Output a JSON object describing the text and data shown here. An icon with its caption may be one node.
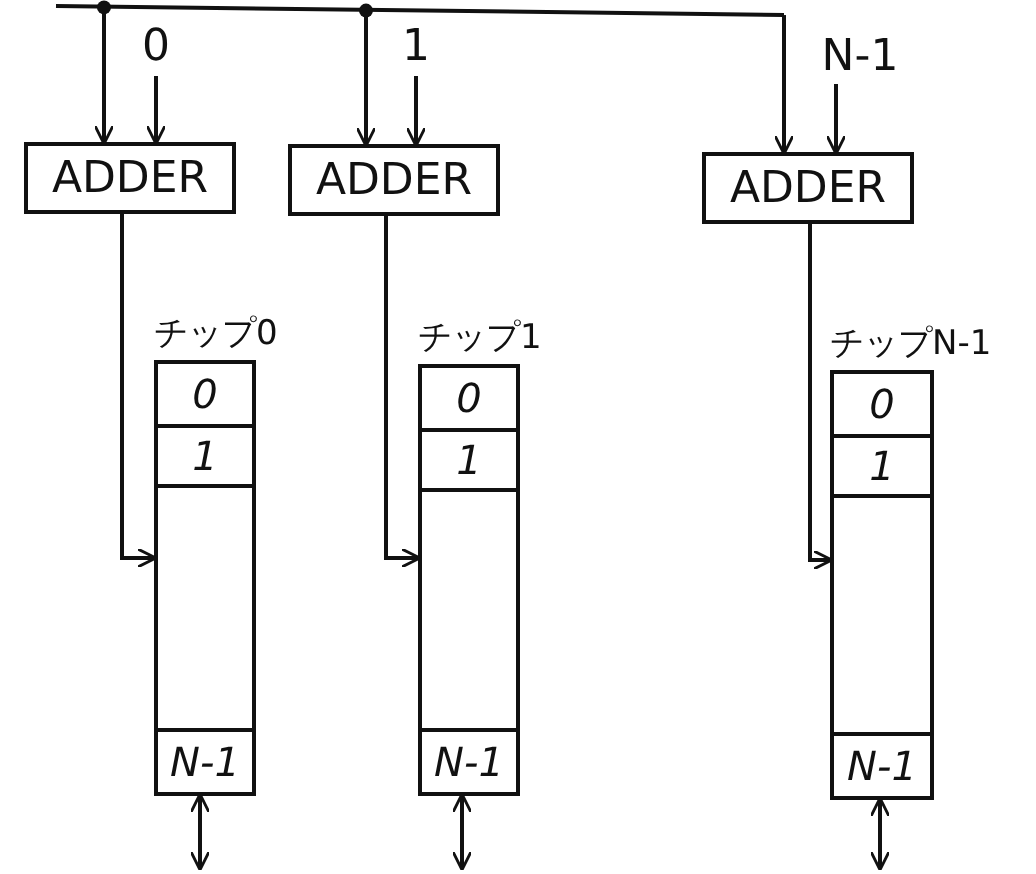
{
  "diagram": {
    "nodes": [
      {
        "text": [],
        "shape": "bar"
      },
      {
        "text": [
          "0"
        ]
      },
      {
        "text": [
          "1"
        ]
      },
      {
        "text": [
          "N-1"
        ]
      },
      {
        "text": [
          "ADDER"
        ]
      },
      {
        "text": [
          "ADDER"
        ]
      },
      {
        "text": [
          "ADDER"
        ]
      },
      {
        "text": [
          "チップ0"
        ]
      },
      {
        "text": [
          "0"
        ],
        "in": 7
      },
      {
        "text": [
          "1"
        ],
        "in": 7
      },
      {
        "text": [
          "N-1"
        ],
        "in": 7
      },
      {
        "text": [
          "チップ1"
        ]
      },
      {
        "text": [
          "0"
        ],
        "in": 11
      },
      {
        "text": [
          "1"
        ],
        "in": 11
      },
      {
        "text": [
          "N-1"
        ],
        "in": 11
      },
      {
        "text": [
          "チップN-1"
        ]
      },
      {
        "text": [
          "0"
        ],
        "in": 15
      },
      {
        "text": [
          "1"
        ],
        "in": 15
      },
      {
        "text": [
          "N-1"
        ],
        "in": 15
      }
    ],
    "edges": [
      {
        "from": 0,
        "to": 4,
        "arrow": "to"
      },
      {
        "from": 1,
        "to": 4,
        "arrow": "to"
      },
      {
        "from": 0,
        "to": 5,
        "arrow": "to"
      },
      {
        "from": 2,
        "to": 5,
        "arrow": "to"
      },
      {
        "from": 0,
        "to": 6,
        "arrow": "to"
      },
      {
        "from": 3,
        "to": 6,
        "arrow": "to"
      },
      {
        "from": 4,
        "to": 7,
        "arrow": "to"
      },
      {
        "from": 5,
        "to": 11,
        "arrow": "to"
      },
      {
        "from": 6,
        "to": 15,
        "arrow": "to"
      },
      {
        "from": 7,
        "to": null,
        "arrow": "both"
      },
      {
        "from": 11,
        "to": null,
        "arrow": "both"
      },
      {
        "from": 15,
        "to": null,
        "arrow": "both"
      }
    ]
  }
}
